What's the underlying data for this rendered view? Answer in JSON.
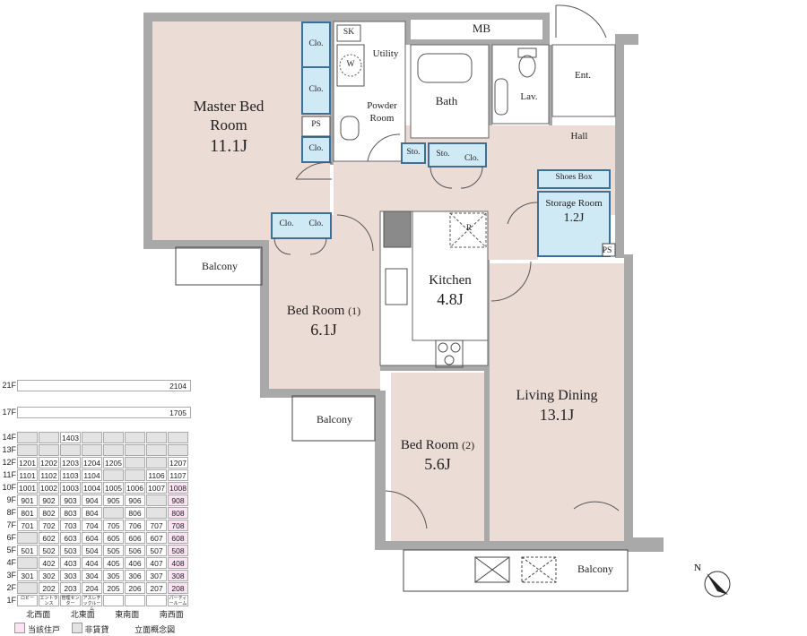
{
  "rooms": {
    "mb": "MB",
    "master_bed_line1": "Master Bed",
    "master_bed_line2": "Room",
    "master_bed_size": "11.1J",
    "clo": "Clo.",
    "ps": "PS",
    "sk": "SK",
    "w": "W",
    "utility": "Utility",
    "powder_room_line1": "Powder",
    "powder_room_line2": "Room",
    "bath": "Bath",
    "lav": "Lav.",
    "ent": "Ent.",
    "hall": "Hall",
    "sto": "Sto.",
    "shoes_box": "Shoes Box",
    "storage_room": "Storage Room",
    "storage_room_size": "1.2J",
    "r": "R",
    "kitchen": "Kitchen",
    "kitchen_size": "4.8J",
    "bed1": "Bed Room",
    "bed1_num": "(1)",
    "bed1_size": "6.1J",
    "bed2": "Bed Room",
    "bed2_num": "(2)",
    "bed2_size": "5.6J",
    "living_dining": "Living Dining",
    "living_dining_size": "13.1J",
    "balcony": "Balcony"
  },
  "elevation": {
    "floors": [
      {
        "floor": "21F",
        "cells": [],
        "wide": "2104"
      },
      {
        "floor": "17F",
        "cells": [],
        "wide": "1705"
      },
      {
        "floor": "14F",
        "cells": [
          "",
          "",
          "1403",
          "",
          "",
          "",
          "",
          ""
        ]
      },
      {
        "floor": "13F",
        "cells": [
          "",
          "",
          "",
          "",
          "",
          "",
          "",
          ""
        ]
      },
      {
        "floor": "12F",
        "cells": [
          "1201",
          "1202",
          "1203",
          "1204",
          "1205",
          "",
          "",
          "1207"
        ]
      },
      {
        "floor": "11F",
        "cells": [
          "1101",
          "1102",
          "1103",
          "1104",
          "",
          "",
          "1106",
          "1107"
        ]
      },
      {
        "floor": "10F",
        "cells": [
          "1001",
          "1002",
          "1003",
          "1004",
          "1005",
          "1006",
          "1007",
          "1008"
        ]
      },
      {
        "floor": "9F",
        "cells": [
          "901",
          "902",
          "903",
          "904",
          "905",
          "906",
          "",
          "908"
        ]
      },
      {
        "floor": "8F",
        "cells": [
          "801",
          "802",
          "803",
          "804",
          "",
          "806",
          "",
          "808"
        ]
      },
      {
        "floor": "7F",
        "cells": [
          "701",
          "702",
          "703",
          "704",
          "705",
          "706",
          "707",
          "708"
        ]
      },
      {
        "floor": "6F",
        "cells": [
          "",
          "602",
          "603",
          "604",
          "605",
          "606",
          "607",
          "608"
        ]
      },
      {
        "floor": "5F",
        "cells": [
          "501",
          "502",
          "503",
          "504",
          "505",
          "506",
          "507",
          "508"
        ]
      },
      {
        "floor": "4F",
        "cells": [
          "",
          "402",
          "403",
          "404",
          "405",
          "406",
          "407",
          "408"
        ]
      },
      {
        "floor": "3F",
        "cells": [
          "301",
          "302",
          "303",
          "304",
          "305",
          "306",
          "307",
          "308"
        ]
      },
      {
        "floor": "2F",
        "cells": [
          "",
          "202",
          "203",
          "204",
          "205",
          "206",
          "207",
          "208"
        ]
      },
      {
        "floor": "1F",
        "cells": [
          "ロビー",
          "エントランス",
          "管理センター",
          "アスレチックルーム",
          "",
          "",
          "",
          "パーティールーム"
        ]
      }
    ],
    "directions": [
      "北西面",
      "北東面",
      "東南面",
      "南西面"
    ],
    "legend_target": "当該住戸",
    "legend_nonrental": "非賃貸",
    "legend_caption": "立面概念図",
    "target_color": "#fbe3f4",
    "nonrental_color": "#e3e3e3"
  },
  "colors": {
    "wall": "#a9a9a9",
    "room_fill": "#ecdcd6",
    "closet_fill": "#cfe9f5",
    "closet_border": "#3d6f97"
  },
  "compass": "N"
}
